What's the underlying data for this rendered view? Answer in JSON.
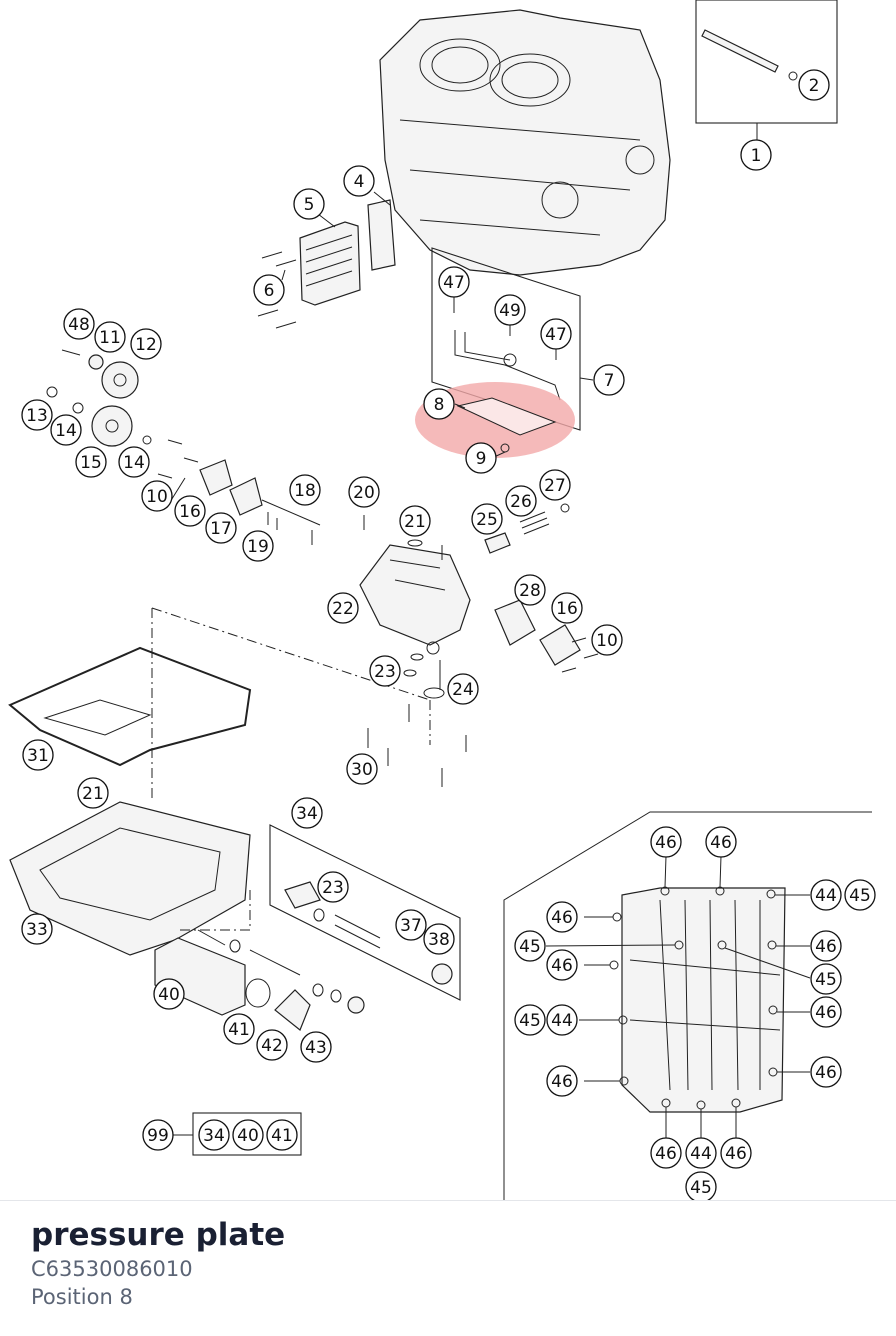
{
  "part": {
    "name": "pressure plate",
    "number": "C63530086010",
    "position": "Position 8"
  },
  "highlight_color": "#f2a9a9",
  "callouts": [
    "1",
    "2",
    "4",
    "5",
    "6",
    "47",
    "49",
    "47",
    "7",
    "48",
    "11",
    "12",
    "13",
    "14",
    "15",
    "14",
    "8",
    "9",
    "10",
    "16",
    "17",
    "18",
    "19",
    "20",
    "21",
    "25",
    "26",
    "27",
    "22",
    "28",
    "16",
    "10",
    "23",
    "24",
    "30",
    "31",
    "21",
    "34",
    "23",
    "37",
    "38",
    "33",
    "40",
    "41",
    "42",
    "43",
    "99",
    "34",
    "40",
    "41",
    "46",
    "46",
    "44",
    "45",
    "46",
    "45",
    "46",
    "46",
    "45",
    "45",
    "44",
    "46",
    "46",
    "46",
    "46",
    "44",
    "46",
    "45"
  ]
}
